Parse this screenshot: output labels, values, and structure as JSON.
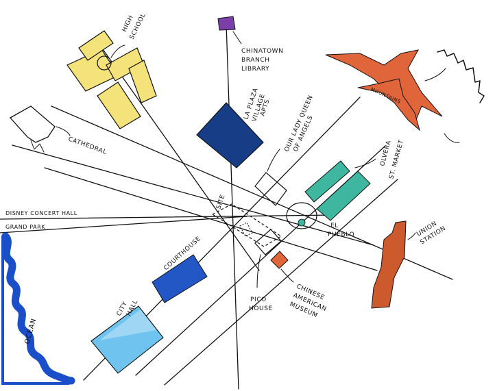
{
  "colors": {
    "yellow": "#f4e27a",
    "purple": "#7b3fa8",
    "navy": "#163d86",
    "teal": "#3fb7a0",
    "orange": "#e0653a",
    "rust": "#cc5a2c",
    "courthouse_blue": "#2357c6",
    "city_hall_blue": "#6fc4ef",
    "ocean_blue": "#1a4fc9",
    "ink": "#111111"
  },
  "labels": {
    "high_school": [
      "HIGH",
      "SCHOOL"
    ],
    "chinatown": [
      "CHINATOWN",
      "BRANCH",
      "LIBRARY"
    ],
    "la_plaza": [
      "LA PLAZA",
      "VILLAGE",
      "APTS."
    ],
    "mountains": "MOUNTAINS",
    "cathedral": "CATHEDRAL",
    "our_lady": [
      "OUR LADY QUEEN",
      "OF ANGELS"
    ],
    "olvera": [
      "OLVERA",
      "ST. MARKET"
    ],
    "disney": "DISNEY CONCERT HALL",
    "grand_park": "GRAND PARK",
    "site": "SITE",
    "el_pueblo": [
      "EL",
      "PUEBLO"
    ],
    "union_station": [
      "UNION",
      "STATION"
    ],
    "courthouse": "COURTHOUSE",
    "city_hall": [
      "CITY",
      "HALL"
    ],
    "ocean": "OCEAN",
    "pico_house": [
      "PICO",
      "HOUSE"
    ],
    "chinese_american": [
      "CHINESE",
      "AMERICAN",
      "MUSEUM"
    ]
  }
}
